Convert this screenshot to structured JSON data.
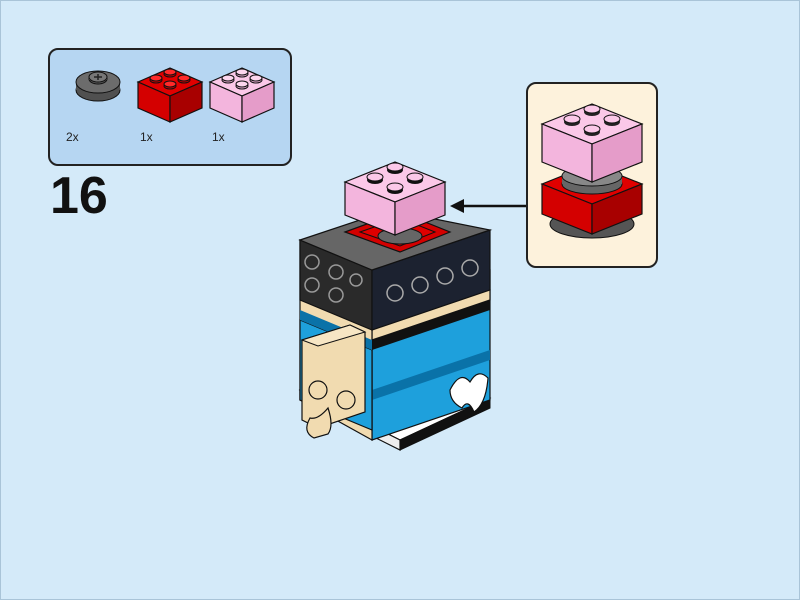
{
  "step": {
    "number": "16"
  },
  "parts": [
    {
      "name": "dark-gray-round-plate",
      "quantity": "2x",
      "color": "#5a5a5a"
    },
    {
      "name": "red-brick-2x2",
      "quantity": "1x",
      "color": "#d40000"
    },
    {
      "name": "pink-brick-2x2",
      "quantity": "1x",
      "color": "#f3b5dd"
    }
  ],
  "colors": {
    "background": "#d4eaf9",
    "parts_box": "#b6d6f2",
    "callout": "#fdf2dc",
    "pink": "#f3b5dd",
    "red": "#d40000",
    "black": "#1c2230",
    "gray": "#777",
    "blue": "#1ea0dc",
    "tan": "#f1dbb0"
  }
}
